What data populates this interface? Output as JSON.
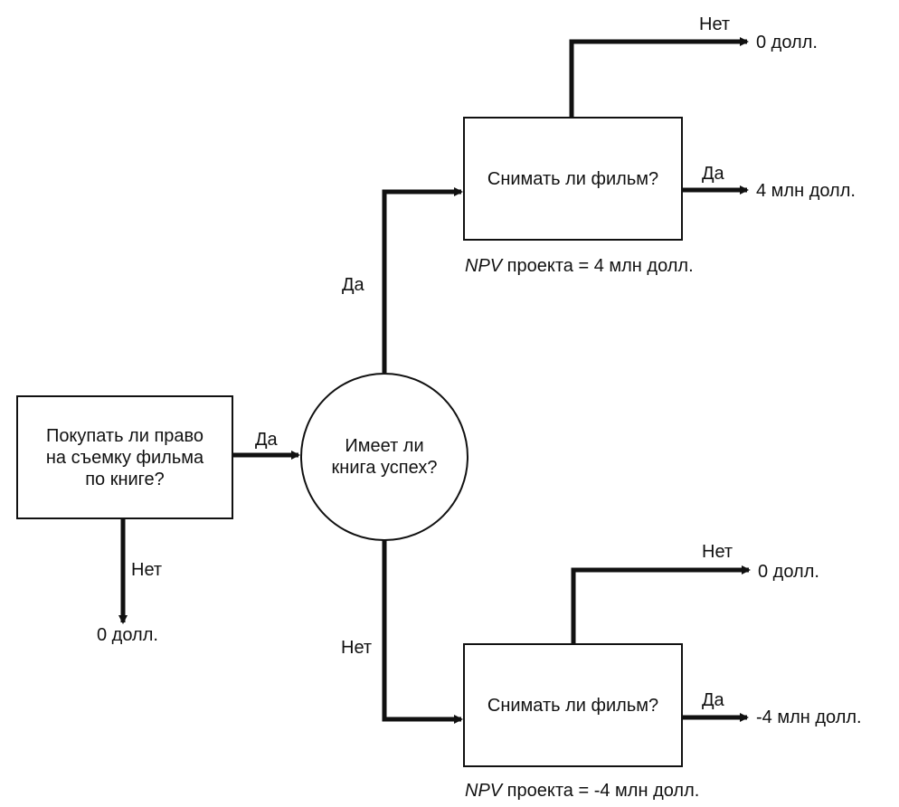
{
  "start_box": {
    "text": "Покупать ли право\nна съемку фильма\nпо книге?"
  },
  "start_yes_label": "Да",
  "start_no_label": "Нет",
  "start_no_outcome": "0 долл.",
  "chance_node": {
    "text": "Имеет ли\nкнига успех?"
  },
  "chance_yes_label": "Да",
  "chance_no_label": "Нет",
  "top_decision": {
    "text": "Снимать ли фильм?",
    "yes_label": "Да",
    "yes_outcome": "4 млн долл.",
    "no_label": "Нет",
    "no_outcome": "0 долл.",
    "npv_abbr": "NPV",
    "npv_rest": " проекта = 4 млн долл."
  },
  "bottom_decision": {
    "text": "Снимать ли фильм?",
    "yes_label": "Да",
    "yes_outcome": "-4 млн долл.",
    "no_label": "Нет",
    "no_outcome": "0 долл.",
    "npv_abbr": "NPV",
    "npv_rest": " проекта = -4 млн долл."
  }
}
